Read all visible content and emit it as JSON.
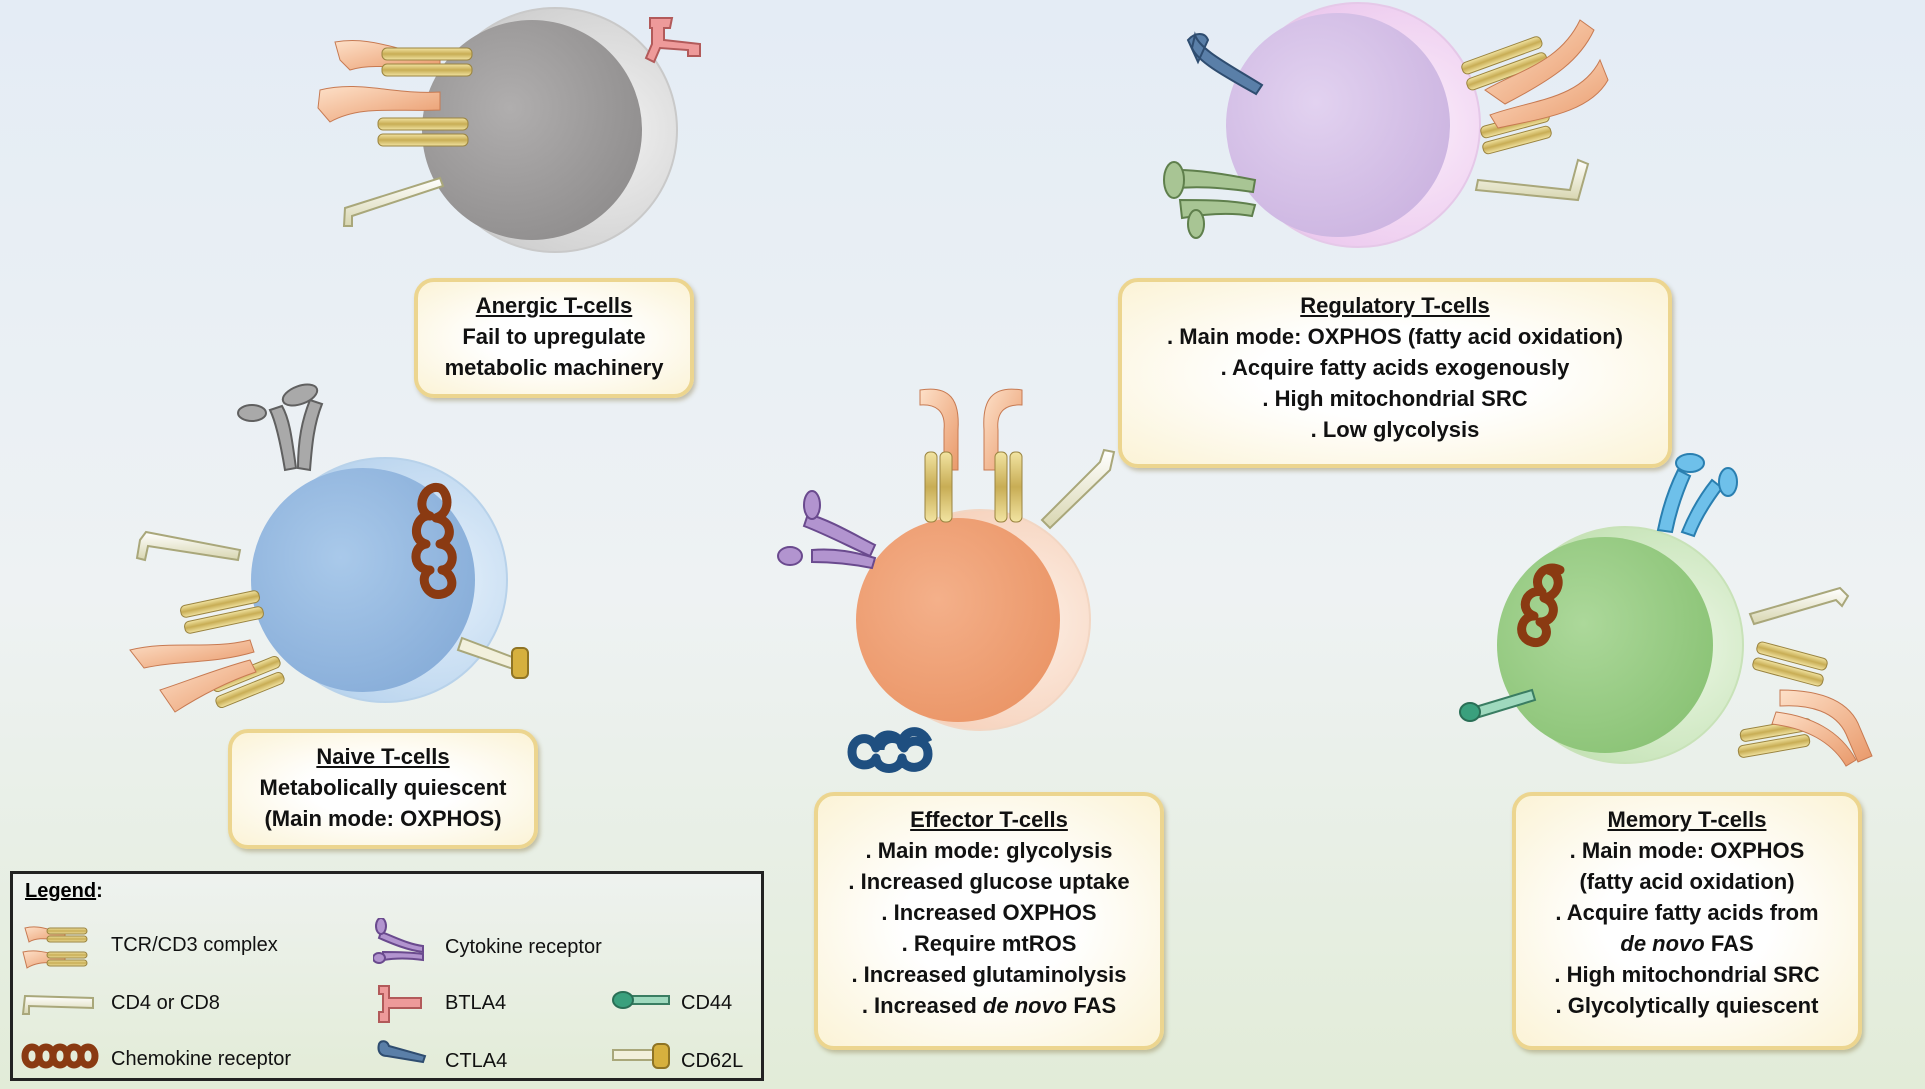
{
  "cells": [
    {
      "id": "anergic",
      "title": "Anergic T-cells",
      "lines": [
        "Fail to upregulate",
        "metabolic machinery"
      ],
      "color": "#a6a4a4"
    },
    {
      "id": "regulatory",
      "title": "Regulatory T-cells",
      "lines": [
        ". Main mode: OXPHOS (fatty acid oxidation)",
        ". Acquire fatty acids exogenously",
        ". High mitochondrial  SRC",
        ". Low glycolysis"
      ],
      "color": "#d9c6ea"
    },
    {
      "id": "naive",
      "title": "Naive T-cells",
      "lines": [
        "Metabolically quiescent",
        "(Main mode: OXPHOS)"
      ],
      "color": "#9dc0e4"
    },
    {
      "id": "effector",
      "title": "Effector T-cells",
      "lines": [
        ". Main mode: glycolysis",
        ". Increased glucose uptake",
        ". Increased OXPHOS",
        ". Require mtROS",
        ". Increased glutaminolysis"
      ],
      "last_line": {
        "prefix": ". Increased ",
        "italic": "de novo",
        "suffix": " FAS"
      },
      "color": "#f0aa80"
    },
    {
      "id": "memory",
      "title": "Memory T-cells",
      "lines": [
        ". Main mode: OXPHOS",
        "(fatty acid oxidation)",
        ". Acquire fatty acids from"
      ],
      "italic_line": {
        "italic": "de novo",
        "suffix": " FAS"
      },
      "tail_lines": [
        ". High mitochondrial  SRC",
        ". Glycolytically quiescent"
      ],
      "color": "#9fd08c"
    }
  ],
  "legend": {
    "title": "Legend",
    "items": [
      {
        "icon": "tcr-cd3-complex-icon",
        "label": "TCR/CD3 complex"
      },
      {
        "icon": "cd4-cd8-icon",
        "label": "CD4 or CD8"
      },
      {
        "icon": "chemokine-receptor-icon",
        "label": "Chemokine receptor"
      },
      {
        "icon": "cytokine-receptor-icon",
        "label": "Cytokine receptor"
      },
      {
        "icon": "btla4-icon",
        "label": "BTLA4"
      },
      {
        "icon": "ctla4-icon",
        "label": "CTLA4"
      },
      {
        "icon": "cd44-icon",
        "label": "CD44"
      },
      {
        "icon": "cd62l-icon",
        "label": "CD62L"
      }
    ]
  },
  "colors": {
    "box_border": "#ecd58f",
    "tcr": "#f5b994",
    "cd3": "#c9b15a",
    "chemokine_receptor": "#8a3a12",
    "chemokine_receptor_effector": "#1f4f80",
    "cytokine_receptor_purple": "#a57cc4",
    "cytokine_receptor_grey": "#9a9a9a",
    "cytokine_receptor_blue": "#4aa8d8",
    "cytokine_receptor_green": "#8fb17a",
    "btla4": "#e08a8a",
    "ctla4": "#4f6f95",
    "cd44": "#3a9a7c",
    "cd62l": "#c9a23a",
    "cd4_cd8": "#f1f1d8"
  }
}
